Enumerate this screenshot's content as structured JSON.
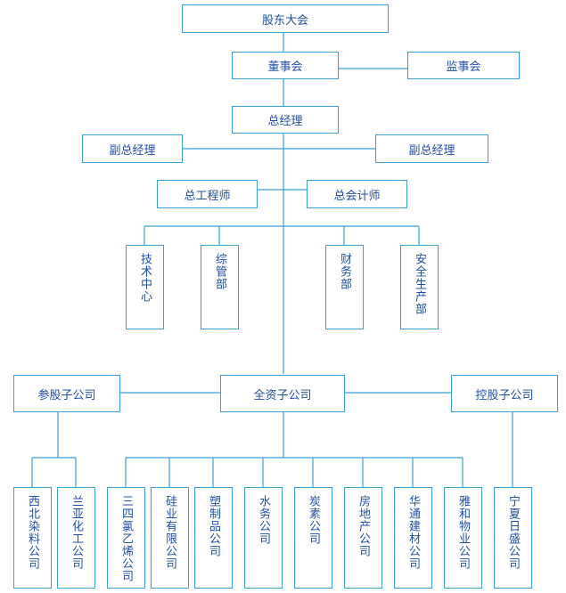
{
  "nodes": {
    "shareholders_meeting": "股东大会",
    "board_of_directors": "董事会",
    "board_of_supervisors": "监事会",
    "general_manager": "总经理",
    "deputy_gm_left": "副总经理",
    "deputy_gm_right": "副总经理",
    "chief_engineer": "总工程师",
    "chief_accountant": "总会计师",
    "tech_center": "技术中心",
    "general_admin_dept": "综管部",
    "finance_dept": "财务部",
    "safety_production_dept": "安全生产部",
    "associate_subsidiaries": "参股子公司",
    "wholly_owned_subsidiaries": "全资子公司",
    "holding_subsidiaries": "控股子公司",
    "xibei_dye": "西北染料公司",
    "lanya_chemical": "兰亚化工公司",
    "sansi_vinyl_chloride": "三四氯乙烯公司",
    "silicon_industry": "硅业有限公司",
    "plastic_products": "塑制品公司",
    "water_affairs": "水务公司",
    "carbon": "炭素公司",
    "real_estate": "房地产公司",
    "huatong_building_materials": "华通建材公司",
    "yahe_property": "雅和物业公司",
    "ningxia_risheng": "宁夏日盛公司"
  },
  "colors": {
    "line": "#3a9fd6",
    "text": "#1f4fa8",
    "background": "#ffffff"
  }
}
